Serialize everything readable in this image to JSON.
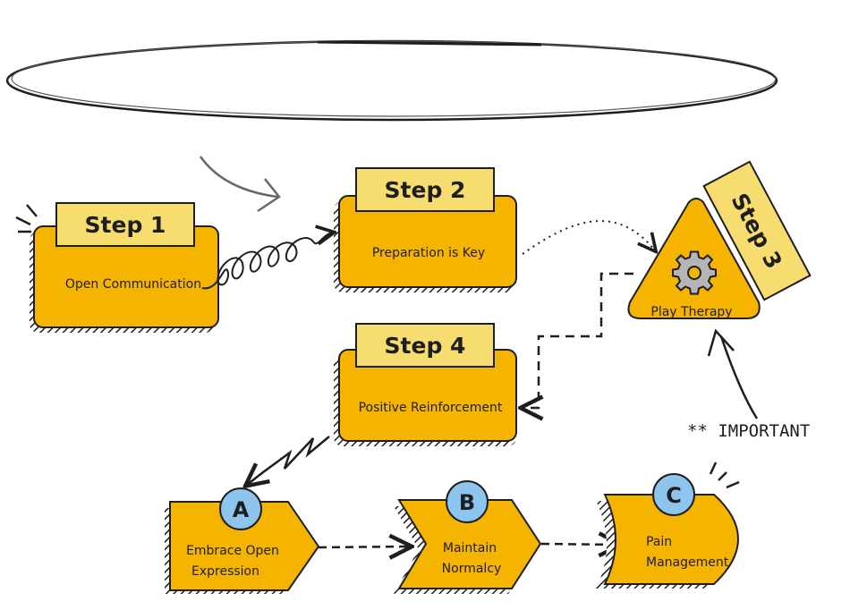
{
  "steps": [
    {
      "tag": "Step 1",
      "label": "Open Communication"
    },
    {
      "tag": "Step 2",
      "label": "Preparation is Key"
    },
    {
      "tag": "Step 3",
      "label": "Play Therapy",
      "icon": "gear-icon"
    },
    {
      "tag": "Step 4",
      "label": "Positive Reinforcement"
    }
  ],
  "substeps": [
    {
      "letter": "A",
      "label_lines": [
        "Embrace Open",
        "Expression"
      ]
    },
    {
      "letter": "B",
      "label_lines": [
        "Maintain",
        "Normalcy"
      ]
    },
    {
      "letter": "C",
      "label_lines": [
        "Pain",
        "Management"
      ]
    }
  ],
  "note": "** IMPORTANT",
  "colors": {
    "box": "#f5b400",
    "tag": "#f7dc6f",
    "circle": "#8ec5ee",
    "stroke": "#1e1e1e"
  }
}
